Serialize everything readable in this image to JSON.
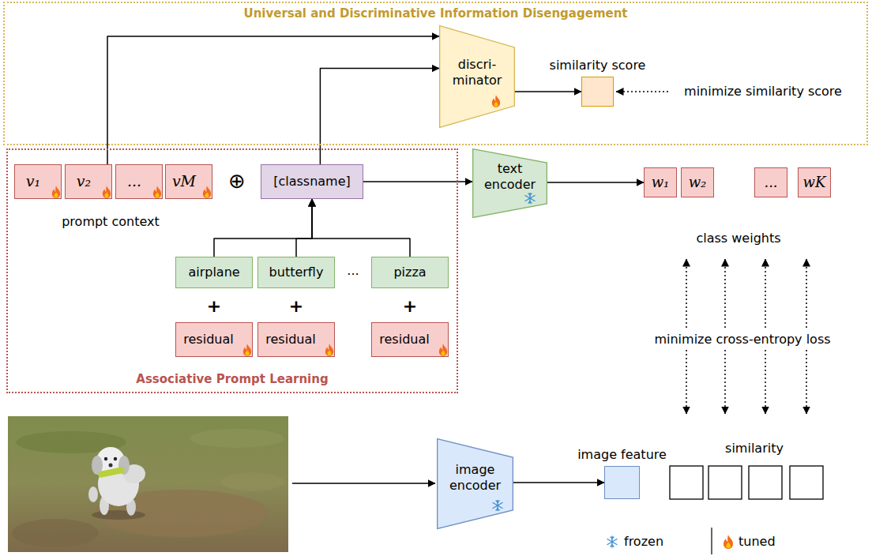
{
  "diagram": {
    "nodes": [
      {
        "text": [
          "Universal and Discriminative Information Disengagement"
        ]
      },
      {
        "text": [
          "discri- minator"
        ],
        "in": 0
      },
      {
        "text": [
          "similarity score"
        ],
        "in": 0
      },
      {
        "text": [
          "Associative Prompt Learning"
        ]
      },
      {
        "text": [
          "v₁"
        ],
        "in": 3
      },
      {
        "text": [
          "v₂"
        ],
        "in": 3
      },
      {
        "text": [
          "..."
        ],
        "in": 3
      },
      {
        "text": [
          "vM"
        ],
        "in": 3
      },
      {
        "text": [
          "[classname]"
        ],
        "in": 3
      },
      {
        "text": [
          "airplane"
        ],
        "in": 3
      },
      {
        "text": [
          "butterfly"
        ],
        "in": 3
      },
      {
        "text": [
          "pizza"
        ],
        "in": 3
      },
      {
        "text": [
          "residual"
        ],
        "in": 3
      },
      {
        "text": [
          "residual"
        ],
        "in": 3
      },
      {
        "text": [
          "residual"
        ],
        "in": 3
      },
      {
        "text": [
          "text encoder"
        ]
      },
      {
        "text": [
          "w₁"
        ]
      },
      {
        "text": [
          "w₂"
        ]
      },
      {
        "text": [
          "..."
        ]
      },
      {
        "text": [
          "wK"
        ]
      },
      {
        "text": [
          "image encoder"
        ]
      },
      {
        "text": [
          "image feature"
        ]
      }
    ],
    "edges": [
      {
        "from": 5,
        "to": 1,
        "arrow": "to"
      },
      {
        "from": 8,
        "to": 1,
        "arrow": "to"
      },
      {
        "from": 1,
        "to": 2,
        "arrow": "to"
      },
      {
        "from": 8,
        "to": 15,
        "arrow": "to"
      },
      {
        "from": 15,
        "to": 16,
        "arrow": "to"
      },
      {
        "from": 9,
        "to": 8,
        "arrow": "to"
      },
      {
        "from": 10,
        "to": 8,
        "arrow": "to"
      },
      {
        "from": 11,
        "to": 8,
        "arrow": "to"
      },
      {
        "from": 20,
        "to": 21,
        "arrow": "to"
      }
    ],
    "labels": [
      "⊕",
      "prompt context",
      "class weights",
      "...",
      "+",
      "+",
      "+",
      "minimize similarity score",
      "minimize cross-entropy loss",
      "similarity"
    ],
    "legend": [
      {
        "text": "frozen"
      },
      {
        "text": "tuned"
      }
    ]
  }
}
